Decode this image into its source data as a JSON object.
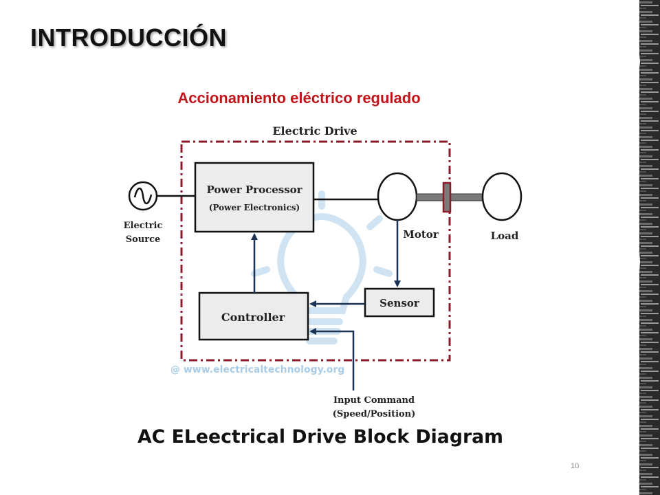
{
  "slide": {
    "title": "INTRODUCCIÓN",
    "subtitle": "Accionamiento eléctrico regulado",
    "page_number": "10"
  },
  "diagram": {
    "drive_label": "Electric Drive",
    "source_label_1": "Electric",
    "source_label_2": "Source",
    "power_processor_line1": "Power Processor",
    "power_processor_line2": "(Power Electronics)",
    "motor_label": "Motor",
    "load_label": "Load",
    "sensor_label": "Sensor",
    "controller_label": "Controller",
    "input_command_line1": "Input Command",
    "input_command_line2": "(Speed/Position)",
    "watermark": "@ www.electricaltechnology.org",
    "caption": "AC ELeectrical Drive Block Diagram"
  },
  "colors": {
    "title": "#111111",
    "subtitle": "#c0161b",
    "drive_border": "#8b1a2b",
    "box_fill": "#ececec",
    "arrow": "#1a3355",
    "watermark": "#a9cde8"
  }
}
